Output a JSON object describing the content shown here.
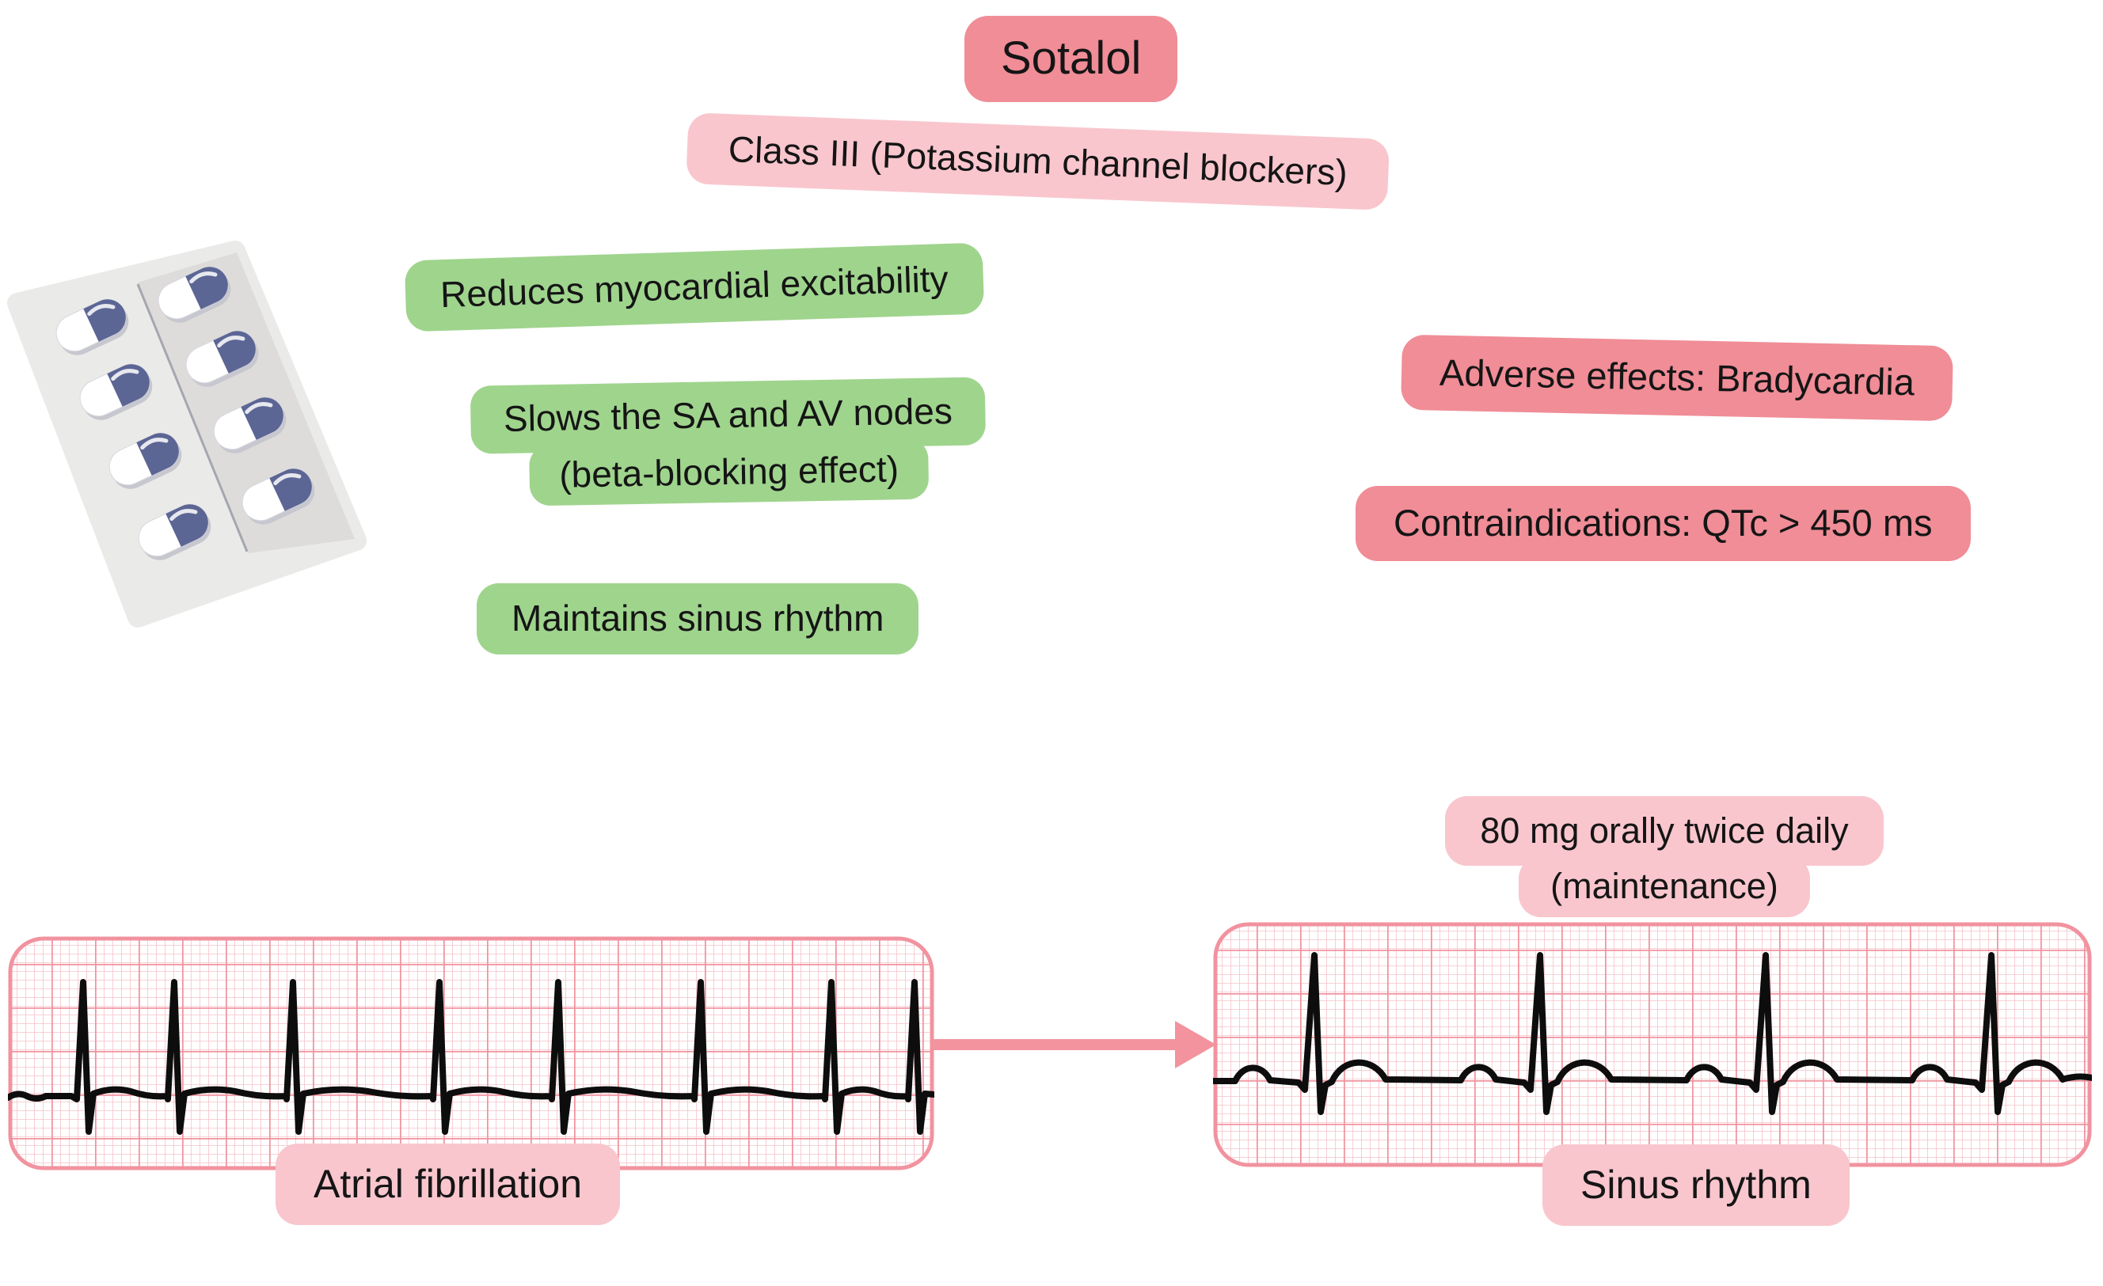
{
  "title": {
    "text": "Sotalol"
  },
  "subtitle": {
    "text": "Class III (Potassium channel blockers)"
  },
  "mechanism": [
    {
      "text": "Reduces myocardial excitability"
    },
    {
      "lines": [
        "Slows the SA and AV nodes",
        "(beta-blocking effect)"
      ]
    },
    {
      "text": "Maintains sinus rhythm"
    }
  ],
  "warnings": [
    {
      "text": "Adverse effects: Bradycardia"
    },
    {
      "text": "Contraindications: QTc > 450 ms"
    }
  ],
  "dosage": {
    "lines": [
      "80 mg orally twice daily",
      "(maintenance)"
    ]
  },
  "ecg_left": {
    "label": "Atrial fibrillation",
    "rhythm": "irregular, no P waves"
  },
  "ecg_right": {
    "label": "Sinus rhythm",
    "rhythm": "regular P-QRS-T"
  },
  "icons": {
    "pills": "pill-blister-pack",
    "arrow": "right-arrow"
  },
  "colors": {
    "salmon": "#f08d97",
    "light_pink": "#f9c6ce",
    "green": "#9fd48d",
    "arrow_pink": "#f2939e",
    "grid_minor": "#f6c2c9",
    "grid_major": "#f1939f",
    "ecg_trace": "#0d0d0d",
    "capsule_blue": "#5c6695",
    "pack_gray": "#eaeae9",
    "text": "#151515",
    "background": "#ffffff"
  }
}
